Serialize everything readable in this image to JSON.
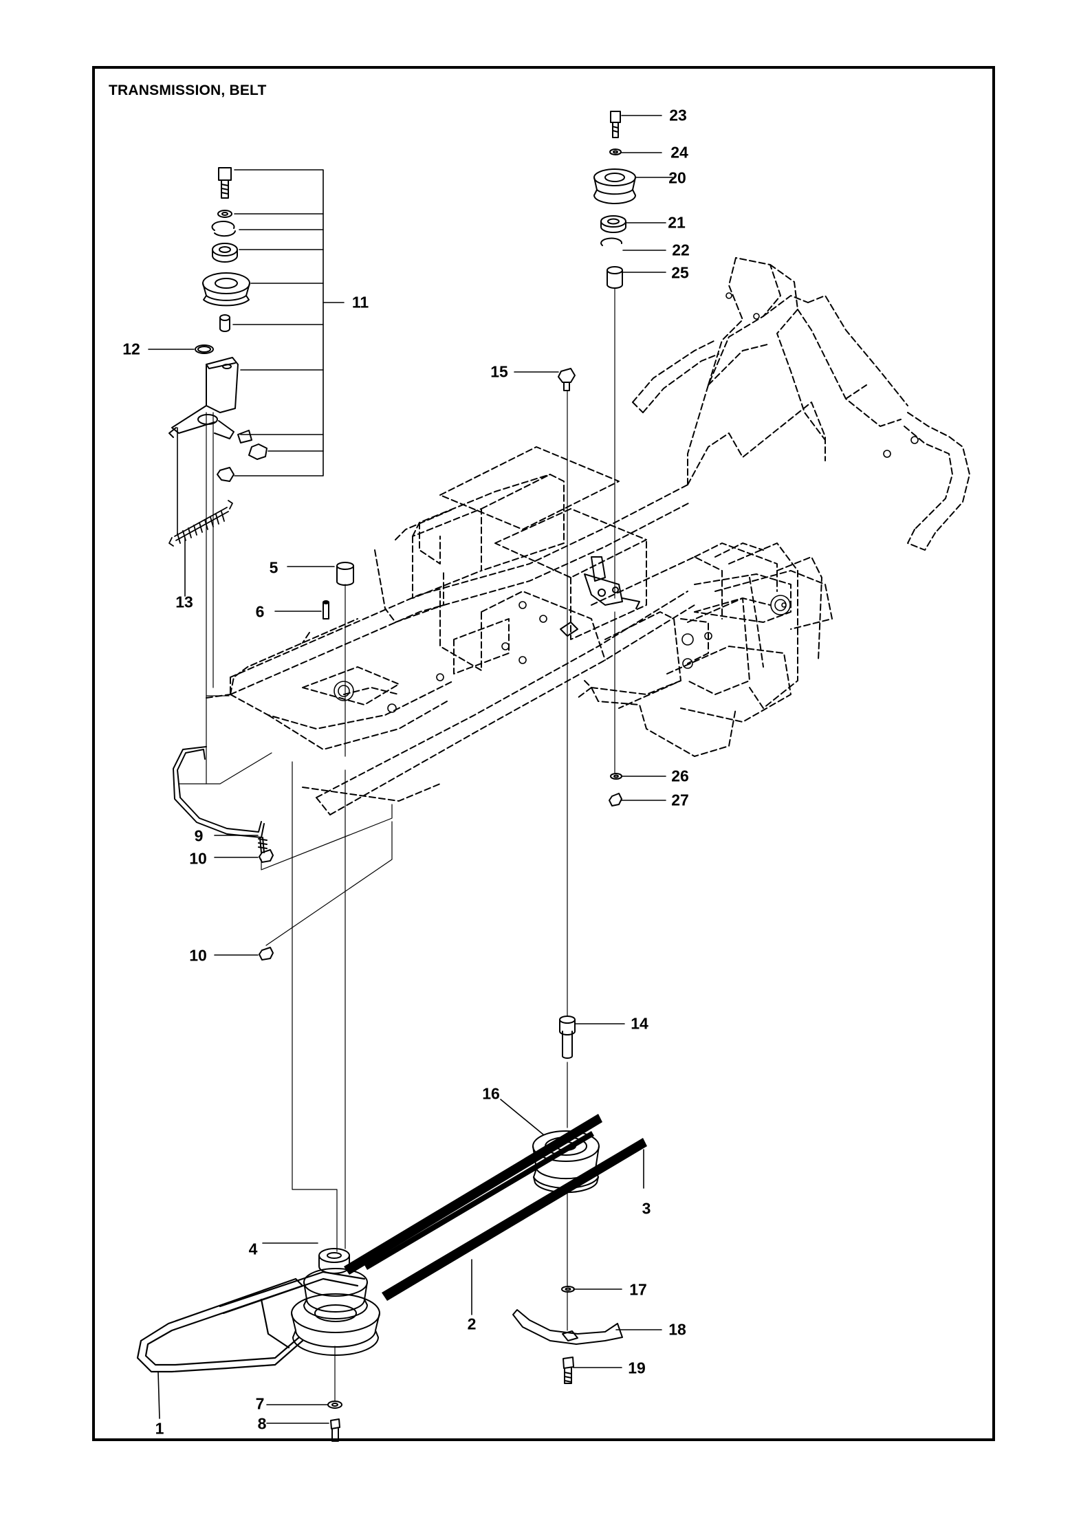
{
  "title": "TRANSMISSION, BELT",
  "callouts": [
    "1",
    "2",
    "3",
    "4",
    "5",
    "6",
    "7",
    "8",
    "9",
    "10",
    "10",
    "11",
    "12",
    "13",
    "14",
    "15",
    "16",
    "17",
    "18",
    "19",
    "20",
    "21",
    "22",
    "23",
    "24",
    "25",
    "26",
    "27"
  ]
}
